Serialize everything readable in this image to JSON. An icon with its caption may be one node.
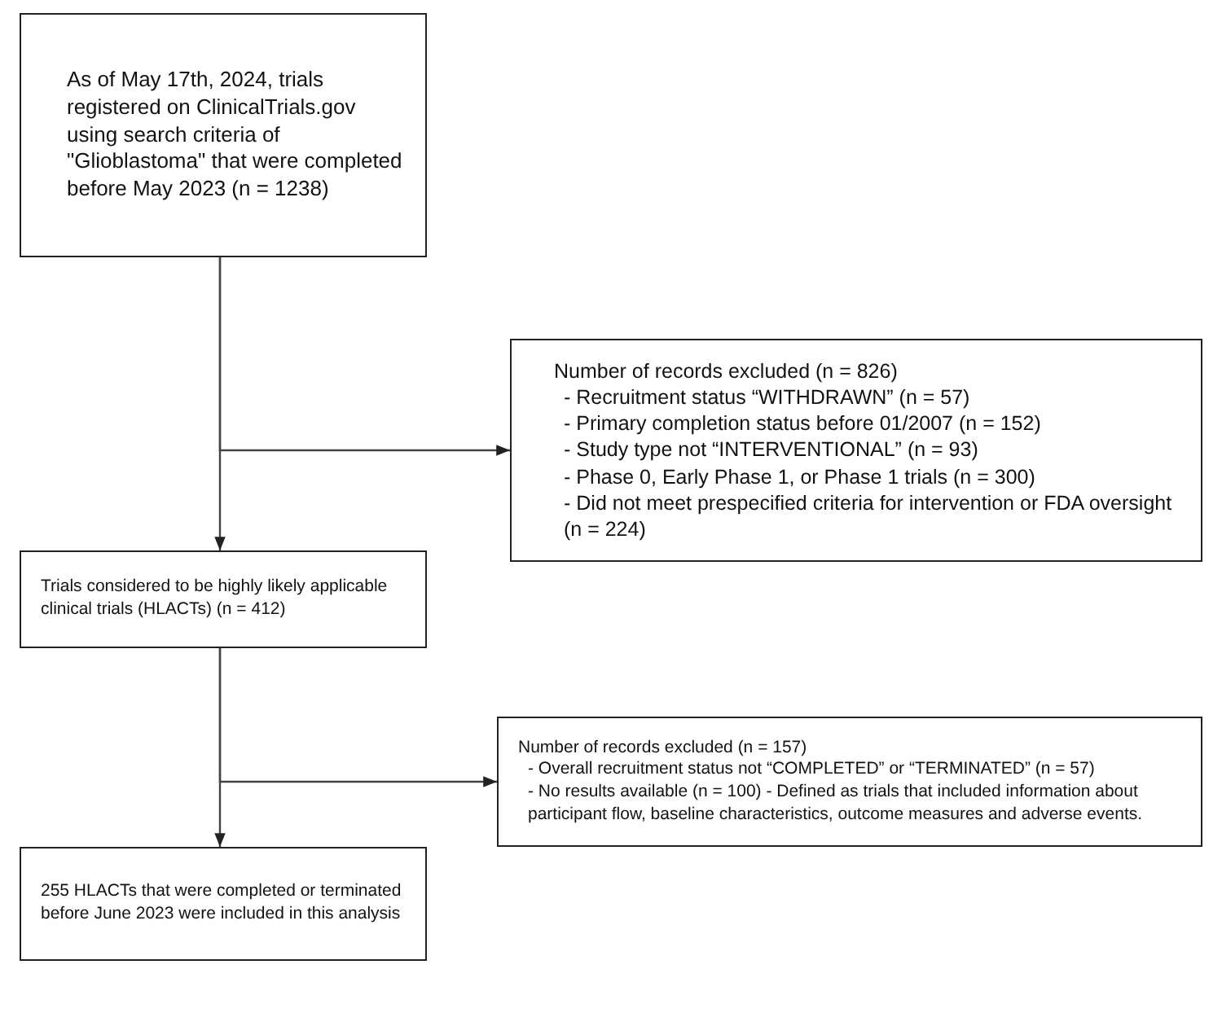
{
  "diagram": {
    "nodes": [
      {
        "text": [
          "As of May 17th, 2024, trials registered on ClinicalTrials.gov using search criteria of \"Glioblastoma\" that were completed before May 2023 (n = 1238)"
        ]
      },
      {
        "text": [
          "Number of records excluded (n = 826)",
          "- Recruitment status “WITHDRAWN” (n = 57)",
          "- Primary completion status before 01/2007 (n = 152)",
          "- Study type not “INTERVENTIONAL” (n = 93)",
          "- Phase 0, Early Phase 1, or Phase 1 trials (n = 300)",
          "- Did not meet prespecified criteria for intervention or FDA oversight (n = 224)"
        ]
      },
      {
        "text": [
          "Trials considered to be highly likely applicable clinical trials (HLACTs) (n = 412)"
        ]
      },
      {
        "text": [
          "Number of records excluded (n = 157)",
          "- Overall recruitment status not “COMPLETED” or “TERMINATED” (n = 57)",
          "- No results available (n = 100) - Defined as trials that included information about participant flow, baseline characteristics, outcome measures and adverse events."
        ]
      },
      {
        "text": [
          "255 HLACTs that were completed or terminated before June 2023 were included in this analysis"
        ]
      }
    ],
    "edges": [
      {
        "from": 0,
        "to": 1,
        "arrow": "to"
      },
      {
        "from": 0,
        "to": 2,
        "arrow": "to"
      },
      {
        "from": 2,
        "to": 3,
        "arrow": "to"
      },
      {
        "from": 2,
        "to": 4,
        "arrow": "to"
      }
    ]
  }
}
